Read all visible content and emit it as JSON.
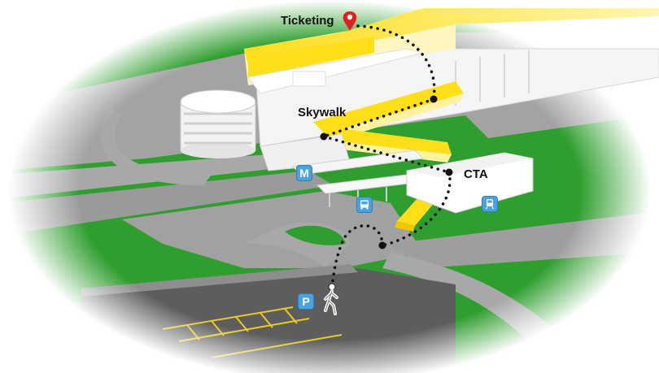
{
  "labels": {
    "ticketing": "Ticketing",
    "skywalk": "Skywalk",
    "cta": "CTA"
  },
  "badges": {
    "metra": "M",
    "parking": "P"
  },
  "icons": {
    "location": "map-pin-icon",
    "bus": "bus-icon",
    "train": "train-icon",
    "walk": "pedestrian-icon"
  },
  "colors": {
    "grass": "#2f9e2f",
    "road": "#9a9a9a",
    "walkway": "#ffde1a",
    "badge": "#4aa3df",
    "pin": "#e02020",
    "parking_lot": "#5d5d5d"
  }
}
